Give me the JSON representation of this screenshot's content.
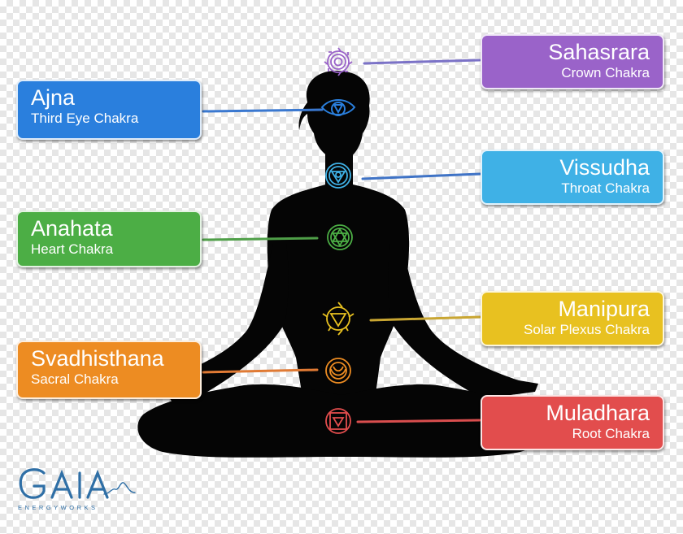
{
  "chakras": [
    {
      "key": "sahasrara",
      "name": "Sahasrara",
      "sub": "Crown Chakra",
      "color": "#9a63c9"
    },
    {
      "key": "ajna",
      "name": "Ajna",
      "sub": "Third Eye Chakra",
      "color": "#2a7fdd"
    },
    {
      "key": "vissudha",
      "name": "Vissudha",
      "sub": "Throat Chakra",
      "color": "#3fb1e6"
    },
    {
      "key": "anahata",
      "name": "Anahata",
      "sub": "Heart Chakra",
      "color": "#4cae45"
    },
    {
      "key": "manipura",
      "name": "Manipura",
      "sub": "Solar Plexus Chakra",
      "color": "#e8c120"
    },
    {
      "key": "svadhisthana",
      "name": "Svadhisthana",
      "sub": "Sacral Chakra",
      "color": "#ed8c22"
    },
    {
      "key": "muladhara",
      "name": "Muladhara",
      "sub": "Root Chakra",
      "color": "#e24d4d"
    }
  ],
  "logo": {
    "brand": "GAIA",
    "tagline": "ENERGYWORKS",
    "color": "#2f6fa6"
  },
  "icons": [
    "lotus-crown-icon",
    "third-eye-icon",
    "throat-chakra-icon",
    "heart-chakra-icon",
    "solar-plexus-icon",
    "sacral-chakra-icon",
    "root-chakra-icon"
  ]
}
